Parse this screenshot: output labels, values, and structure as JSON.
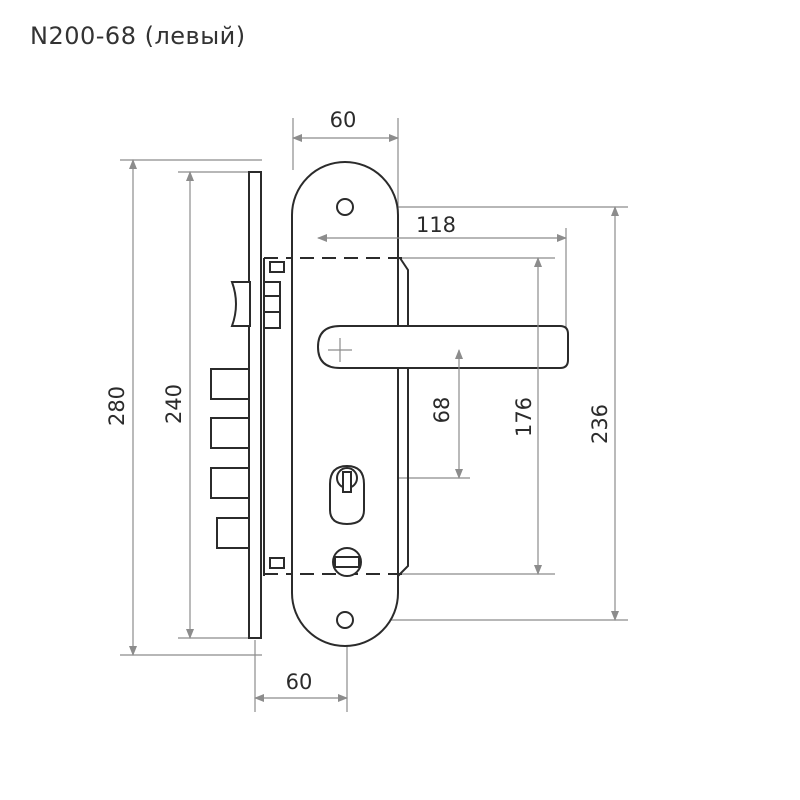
{
  "title": "N200-68 (левый)",
  "dimensions": {
    "top_width": "60",
    "bottom_width": "60",
    "backset_length": "118",
    "total_height": "280",
    "faceplate_height": "240",
    "handle_to_cylinder": "68",
    "screw_spacing_inner": "176",
    "screw_spacing_outer": "236"
  }
}
